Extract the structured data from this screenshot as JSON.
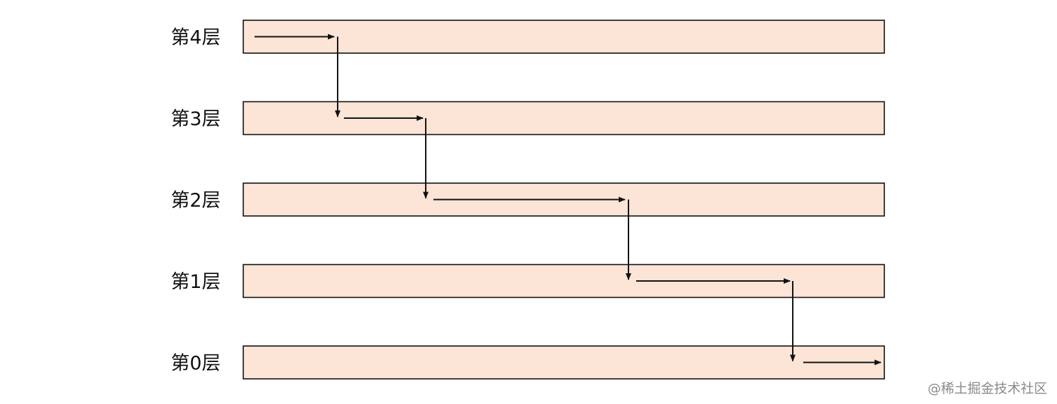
{
  "diagram": {
    "levels": [
      {
        "label": "第4层"
      },
      {
        "label": "第3层"
      },
      {
        "label": "第2层"
      },
      {
        "label": "第1层"
      },
      {
        "label": "第0层"
      }
    ],
    "colors": {
      "band_fill": "#fce4d6",
      "outline": "#111111"
    }
  },
  "watermark": {
    "text": "@稀土掘金技术社区"
  }
}
